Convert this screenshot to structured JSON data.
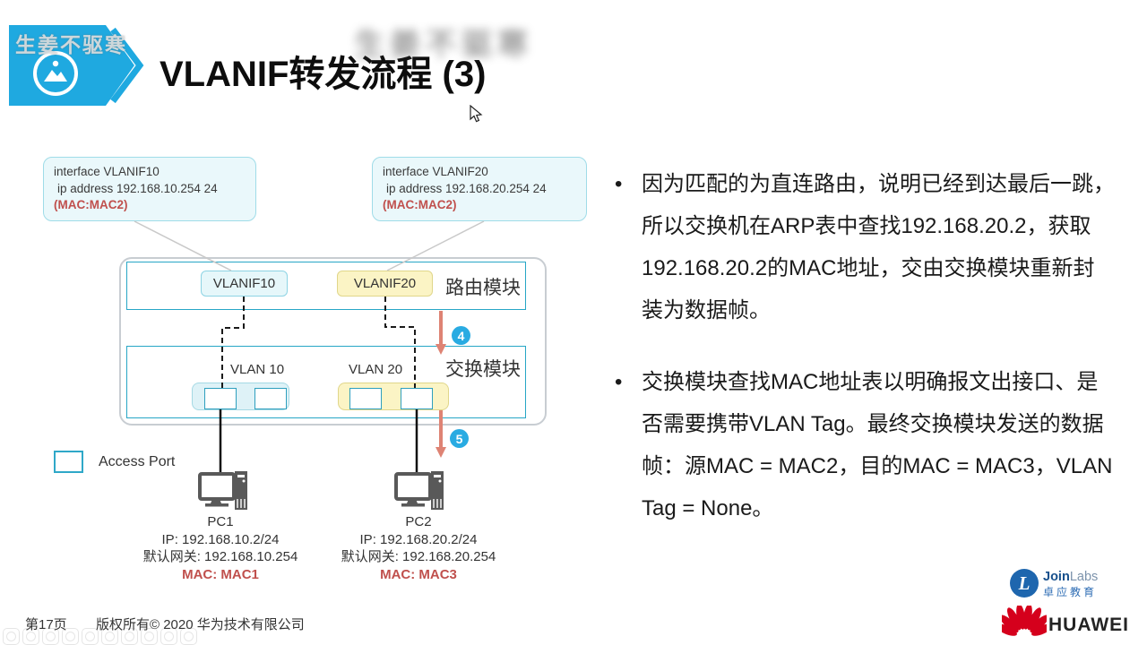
{
  "header": {
    "title": "VLANIF转发流程 (3)",
    "watermark": "生姜不驱寒"
  },
  "diagram": {
    "callout1": {
      "line1": "interface VLANIF10",
      "line2": "ip address 192.168.10.254 24",
      "mac": "(MAC:MAC2)"
    },
    "callout2": {
      "line1": "interface VLANIF20",
      "line2": "ip address 192.168.20.254 24",
      "mac": "(MAC:MAC2)"
    },
    "router_module_label": "路由模块",
    "switch_module_label": "交换模块",
    "vlanif10_label": "VLANIF10",
    "vlanif20_label": "VLANIF20",
    "vlan10_label": "VLAN 10",
    "vlan20_label": "VLAN 20",
    "step4": "4",
    "step5": "5",
    "legend_label": "Access Port",
    "pc1": {
      "name": "PC1",
      "ip": "IP: 192.168.10.2/24",
      "gateway": "默认网关: 192.168.10.254",
      "mac": "MAC: MAC1"
    },
    "pc2": {
      "name": "PC2",
      "ip": "IP: 192.168.20.2/24",
      "gateway": "默认网关: 192.168.20.254",
      "mac": "MAC: MAC3"
    }
  },
  "content": {
    "bullet1_lines": [
      "因为匹配的为直连路由，说明已经到达最后一跳，",
      "所以交换机在ARP表中查找192.168.20.2，获取",
      "192.168.20.2的MAC地址，交由交换模块重新封",
      "装为数据帧。"
    ],
    "bullet2_lines": [
      "交换模块查找MAC地址表以明确报文出接口、是",
      "否需要携带VLAN Tag。最终交换模块发送的数据",
      "帧：源MAC = MAC2，目的MAC = MAC3，VLAN",
      "Tag = None。"
    ]
  },
  "footer": {
    "page": "第17页",
    "copyright": "版权所有© 2020 华为技术有限公司"
  },
  "logos": {
    "joinlabs_join": "Join",
    "joinlabs_labs": "Labs",
    "joinlabs_sub": "卓应教育",
    "joinlabs_letter": "L",
    "huawei": "HUAWEI"
  },
  "colors": {
    "accent_cyan": "#29abe2",
    "module_teal": "#27a6c6",
    "callout_bg": "#eaf8fb",
    "yellow_bg": "#fbf4c5",
    "mac_red": "#c0504d",
    "arrow_salmon": "#de8374",
    "huawei_red": "#d5001c"
  }
}
